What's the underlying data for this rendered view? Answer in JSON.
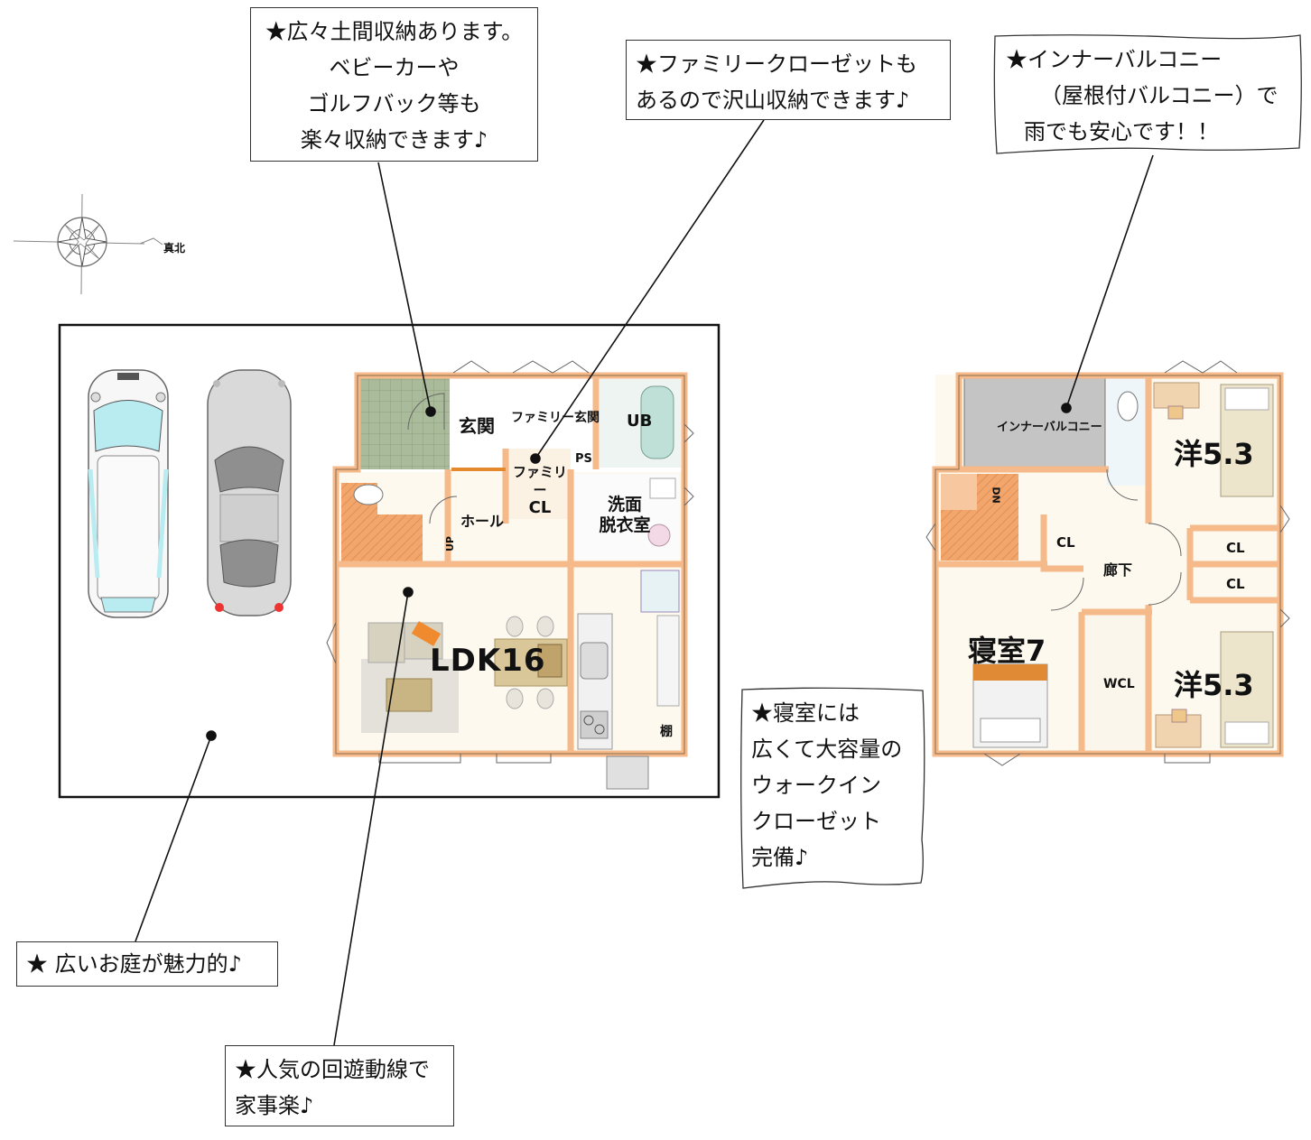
{
  "callouts": {
    "storage": [
      "★広々土間収納あります。",
      "ベビーカーや",
      "ゴルフバック等も",
      "楽々収納できます♪"
    ],
    "family_closet": [
      "★ファミリークローゼットも",
      "あるので沢山収納できます♪"
    ],
    "balcony": [
      "★インナーバルコニー",
      "（屋根付バルコニー）で",
      "雨でも安心です！！"
    ],
    "bedroom": [
      "★寝室には",
      "広くて大容量の",
      "ウォークイン",
      "クローゼット",
      "完備♪"
    ],
    "garden": [
      "★ 広いお庭が魅力的♪"
    ],
    "circulation": [
      "★人気の回遊動線で",
      "家事楽♪"
    ]
  },
  "compass": {
    "label": "真北"
  },
  "floor1": {
    "genkan": "玄関",
    "family_genkan": "ファミリー玄関",
    "ub": "UB",
    "ps": "PS",
    "family_cl_1": "ファミリー",
    "family_cl_2": "CL",
    "hall": "ホール",
    "washroom_1": "洗面",
    "washroom_2": "脱衣室",
    "up": "UP",
    "ldk": "LDK16",
    "shelf": "棚"
  },
  "floor2": {
    "inner_balcony": "インナーバルコニー",
    "western_room_1": "洋5.3",
    "western_room_2": "洋5.3",
    "dn": "DN",
    "cl_a": "CL",
    "cl_b": "CL",
    "cl_c": "CL",
    "corridor": "廊下",
    "bedroom": "寝室7",
    "wcl": "WCL"
  },
  "colors": {
    "wall": "#f5b98a",
    "tatami_green": "#a9bb9a",
    "room_floor": "#fdf9ef",
    "stairs": "#f2a66b",
    "balcony_gray": "#c4c4c4",
    "car_window": "#b9ecf1"
  }
}
